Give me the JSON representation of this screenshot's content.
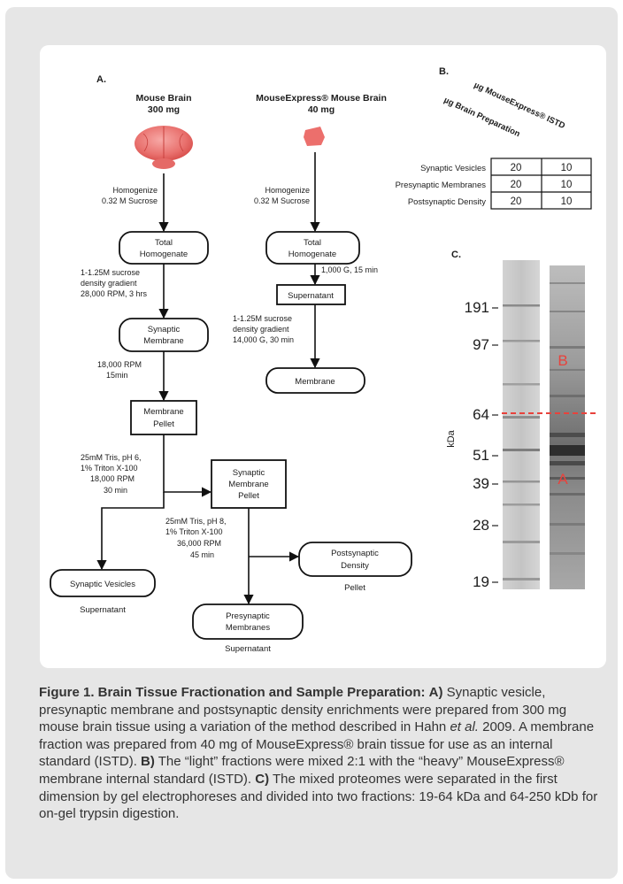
{
  "panel_a": {
    "label": "A.",
    "brain_title_1": "Mouse Brain",
    "brain_title_2": "300  mg",
    "mx_title_1": "MouseExpress® Mouse Brain",
    "mx_title_2": "40 mg",
    "left": {
      "homogenize_1": "Homogenize",
      "homogenize_2": "0.32 M Sucrose",
      "total_1": "Total",
      "total_2": "Homogenate",
      "gradient_1": "1-1.25M sucrose",
      "gradient_2": "density gradient",
      "gradient_3": "28,000 RPM, 3 hrs",
      "synaptic_1": "Synaptic",
      "synaptic_2": "Membrane",
      "spin_1": "18,000 RPM",
      "spin_2": "15min",
      "pellet_1": "Membrane",
      "pellet_2": "Pellet",
      "tris6_1": "25mM Tris, pH 6,",
      "tris6_2": "1% Triton X-100",
      "tris6_3": "18,000 RPM",
      "tris6_4": "30 min",
      "smp_1": "Synaptic",
      "smp_2": "Membrane",
      "smp_3": "Pellet",
      "tris8_1": "25mM Tris, pH 8,",
      "tris8_2": "1% Triton X-100",
      "tris8_3": "36,000 RPM",
      "tris8_4": "45 min",
      "vesicles": "Synaptic Vesicles",
      "vesicles_sub": "Supernatant",
      "post_1": "Postsynaptic",
      "post_2": "Density",
      "post_sub": "Pellet",
      "pre_1": "Presynaptic",
      "pre_2": "Membranes",
      "pre_sub": "Supernatant"
    },
    "right": {
      "homogenize_1": "Homogenize",
      "homogenize_2": "0.32 M Sucrose",
      "total_1": "Total",
      "total_2": "Homogenate",
      "spin": "1,000 G,  15 min",
      "supernatant": "Supernatant",
      "gradient_1": "1-1.25M sucrose",
      "gradient_2": "density gradient",
      "gradient_3": "14,000 G, 30 min",
      "membrane": "Membrane"
    }
  },
  "panel_b": {
    "label": "B.",
    "col1_header": "µg Brain Preparation",
    "col2_header": "µg MouseExpress® ISTD",
    "rows": [
      {
        "name": "Synaptic Vesicles",
        "v1": "20",
        "v2": "10"
      },
      {
        "name": "Presynaptic Membranes",
        "v1": "20",
        "v2": "10"
      },
      {
        "name": "Postsynaptic Density",
        "v1": "20",
        "v2": "10"
      }
    ]
  },
  "panel_c": {
    "label": "C.",
    "axis_label": "kDa",
    "markers": [
      "191",
      "97",
      "64",
      "51",
      "39",
      "28",
      "19"
    ],
    "fraction_upper": "B",
    "fraction_lower": "A",
    "cut_color": "#e8423c"
  },
  "caption": {
    "title": "Figure 1. Brain Tissue Fractionation and Sample Preparation:",
    "a_label": "A)",
    "a_text_1": " Synaptic vesicle, presynaptic membrane and postsynaptic density enrichments were prepared from 300 mg mouse brain tissue using a variation of the method described in Hahn ",
    "a_italic": "et al.",
    "a_text_2": " 2009. A membrane fraction was prepared from 40 mg of MouseExpress® brain tissue for use as an internal standard (ISTD). ",
    "b_label": "B)",
    "b_text": " The “light” fractions were mixed 2:1 with the “heavy” MouseExpress® membrane internal standard (ISTD). ",
    "c_label": "C)",
    "c_text": " The mixed proteomes were separated in the first dimension by gel electrophoreses and divided into two fractions: 19-64 kDa and 64-250 kDb for on-gel trypsin digestion."
  }
}
